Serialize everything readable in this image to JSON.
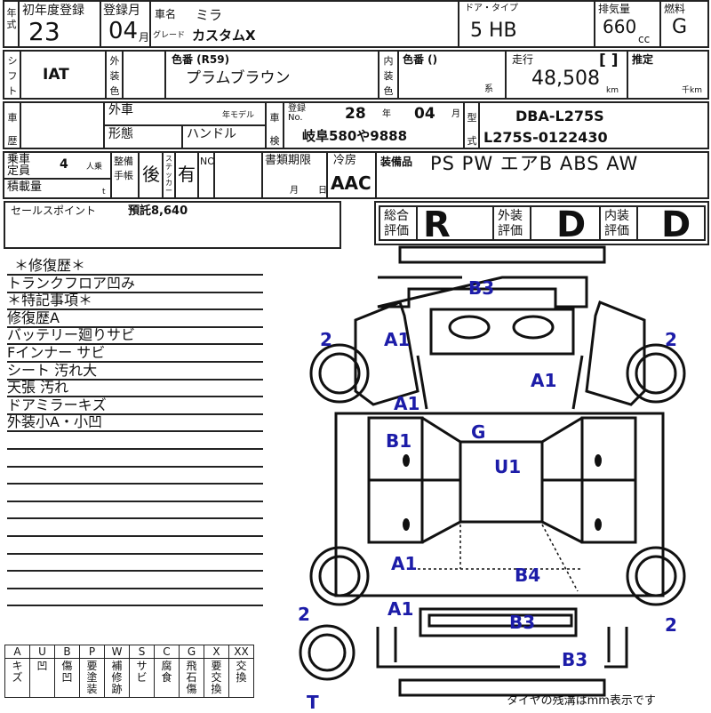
{
  "header": {
    "year_label": "年式",
    "first_reg_label": "初年度登録",
    "first_reg_year": "23",
    "reg_month_label": "登録月",
    "reg_month": "04",
    "month_unit": "月",
    "car_name_label": "車名",
    "car_name": "ミラ",
    "grade_label": "グレード",
    "grade": "カスタムX",
    "door_type_label": "ドア・タイプ",
    "door_type": "5 HB",
    "displacement_label": "排気量",
    "displacement": "660",
    "displacement_unit": "cc",
    "fuel_label": "燃料",
    "fuel": "G"
  },
  "row2": {
    "shift_label": "シフト",
    "shift": "IAT",
    "ext_color_label": "外装色",
    "color_code_label": "色番 (R59)",
    "color_name": "プラムブラウン",
    "int_color_label": "内装色",
    "int_color_code_label": "色番 ()",
    "int_color_suffix": "系",
    "mileage_label": "走行",
    "mileage_bracket": "[  ]",
    "mileage": "48,508",
    "mileage_unit": "km",
    "estimate_label": "推定",
    "estimate_unit": "千km"
  },
  "row3": {
    "history_label": "車歴",
    "import_label": "外車",
    "model_year_label": "年モデル",
    "form_label": "形態",
    "handle_label": "ハンドル",
    "inspection_label": "車検",
    "reg_no_label": "登録 No.",
    "insp_year": "28",
    "year_unit": "年",
    "insp_month": "04",
    "month_unit": "月",
    "plate": "岐阜580や9888",
    "model_label": "型式",
    "model_code": "DBA-L275S",
    "chassis": "L275S-0122430"
  },
  "row4": {
    "capacity_label": "乗車定員",
    "capacity": "4",
    "capacity_unit": "人乗",
    "load_label": "積載量",
    "load_unit": "t",
    "manual_label": "整備手帳",
    "manual_value": "後",
    "sticker_label": "ステッカー",
    "sticker_value": "有",
    "nox_label": "NOX",
    "docs_label": "書類期限",
    "docs_month": "月",
    "docs_day": "日",
    "ac_label": "冷房",
    "ac": "AAC",
    "equipment_label": "装備品",
    "equipment": "PS PW エアB ABS AW"
  },
  "sales": {
    "label": "セールスポイント",
    "value": "預託8,640"
  },
  "grades": {
    "overall_label": "総合評価",
    "overall": "R",
    "exterior_label": "外装評価",
    "exterior": "D",
    "interior_label": "内装評価",
    "interior": "D"
  },
  "notes": [
    "＊修復歴＊",
    "トランクフロア凹み",
    "＊特記事項＊",
    "修復歴A",
    "バッテリー廻りサビ",
    "Fインナー サビ",
    "シート 汚れ大",
    "天張 汚れ",
    "ドアミラーキズ",
    "外装小A・小凹"
  ],
  "legend": [
    {
      "code": "A",
      "meaning": "キズ"
    },
    {
      "code": "U",
      "meaning": "凹"
    },
    {
      "code": "B",
      "meaning": "傷凹"
    },
    {
      "code": "P",
      "meaning": "要塗装"
    },
    {
      "code": "W",
      "meaning": "補修跡"
    },
    {
      "code": "S",
      "meaning": "サビ"
    },
    {
      "code": "C",
      "meaning": "腐食"
    },
    {
      "code": "G",
      "meaning": "飛石傷"
    },
    {
      "code": "X",
      "meaning": "要交換"
    },
    {
      "code": "XX",
      "meaning": "交換"
    }
  ],
  "damage": [
    "B3",
    "2",
    "A1",
    "2",
    "A1",
    "A1",
    "G",
    "B1",
    "U1",
    "A1",
    "B4",
    "A1",
    "2",
    "B3",
    "2",
    "B3",
    "T"
  ],
  "footer": "タイヤの残溝はmm表示です",
  "colors": {
    "damage_label": "#1c1ca8",
    "line": "#222222"
  }
}
